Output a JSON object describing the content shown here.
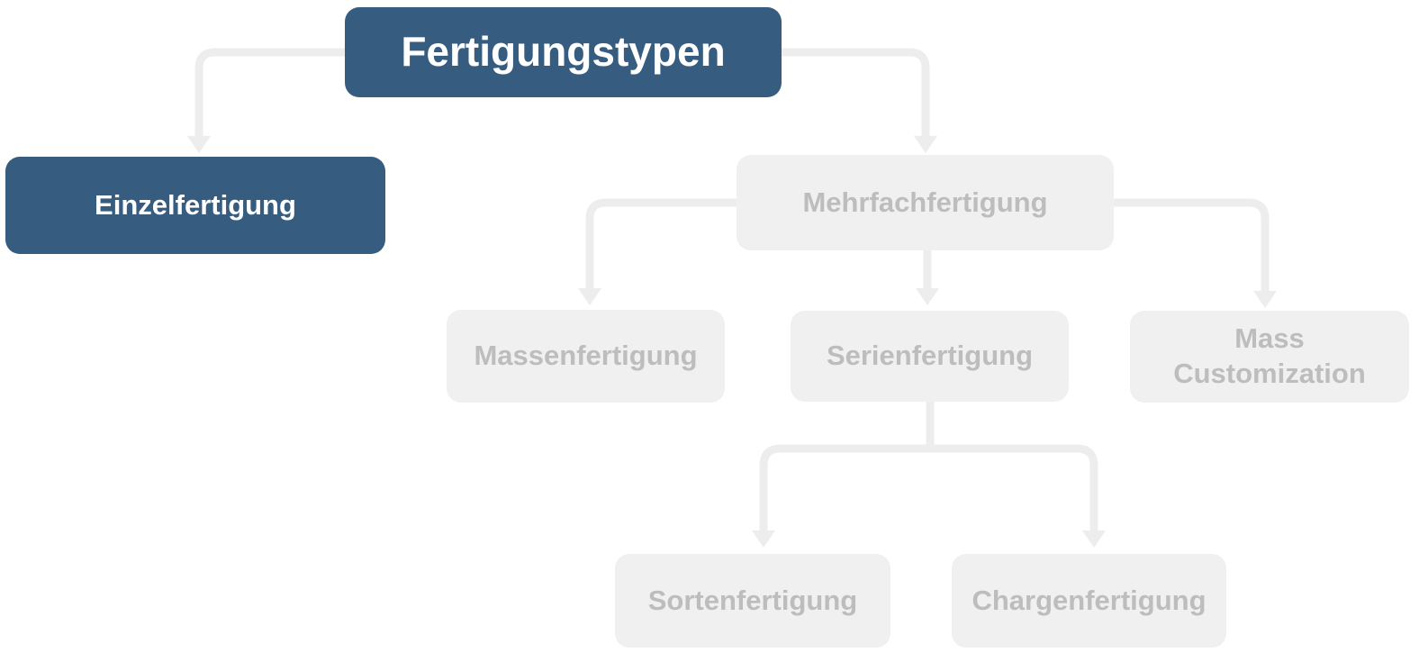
{
  "diagram": {
    "type": "tree",
    "title": "Fertigungstypen",
    "nodes": [
      {
        "id": "fertigungstypen",
        "label": "Fertigungstypen",
        "state": "highlighted",
        "parent": null
      },
      {
        "id": "einzelfertigung",
        "label": "Einzelfertigung",
        "state": "highlighted",
        "parent": "fertigungstypen"
      },
      {
        "id": "mehrfachfertigung",
        "label": "Mehrfachfertigung",
        "state": "dimmed",
        "parent": "fertigungstypen"
      },
      {
        "id": "massenfertigung",
        "label": "Massenfertigung",
        "state": "dimmed",
        "parent": "mehrfachfertigung"
      },
      {
        "id": "serienfertigung",
        "label": "Serienfertigung",
        "state": "dimmed",
        "parent": "mehrfachfertigung"
      },
      {
        "id": "mass-customization",
        "label": "Mass Customization",
        "state": "dimmed",
        "parent": "mehrfachfertigung"
      },
      {
        "id": "sortenfertigung",
        "label": "Sortenfertigung",
        "state": "dimmed",
        "parent": "serienfertigung"
      },
      {
        "id": "chargenfertigung",
        "label": "Chargenfertigung",
        "state": "dimmed",
        "parent": "serienfertigung"
      }
    ],
    "colors": {
      "highlight_fill": "#365d80",
      "highlight_text": "#ffffff",
      "dimmed_fill": "#f0f0f0",
      "dimmed_text": "#bdbdbd",
      "connector": "#ededed"
    }
  }
}
